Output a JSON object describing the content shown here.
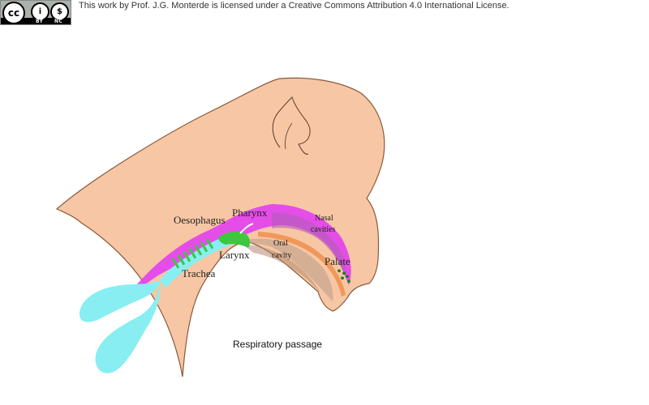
{
  "license": {
    "badge_icon": "cc-by-nc-icon",
    "badge_cc": "cc",
    "badge_by": "BY",
    "badge_nc": "NC",
    "text": "This work by Prof. J.G. Monterde is licensed under a Creative Commons Attribution 4.0 International License."
  },
  "labels": {
    "oesophagus": "Oesophagus",
    "pharynx": "Pharynx",
    "nasal_1": "Nasal",
    "nasal_2": "cavities",
    "oral_1": "Oral",
    "oral_2": "cavity",
    "larynx": "Larynx",
    "palate": "Palate",
    "trachea": "Trachea"
  },
  "caption": "Respiratory passage",
  "colors": {
    "skin": "#f7c7a5",
    "skin_outline": "#8a5a3a",
    "airway": "#e23ff0",
    "lung": "#88eef2",
    "trachea_rings": "#3ec63e",
    "palate": "#f0985a"
  }
}
